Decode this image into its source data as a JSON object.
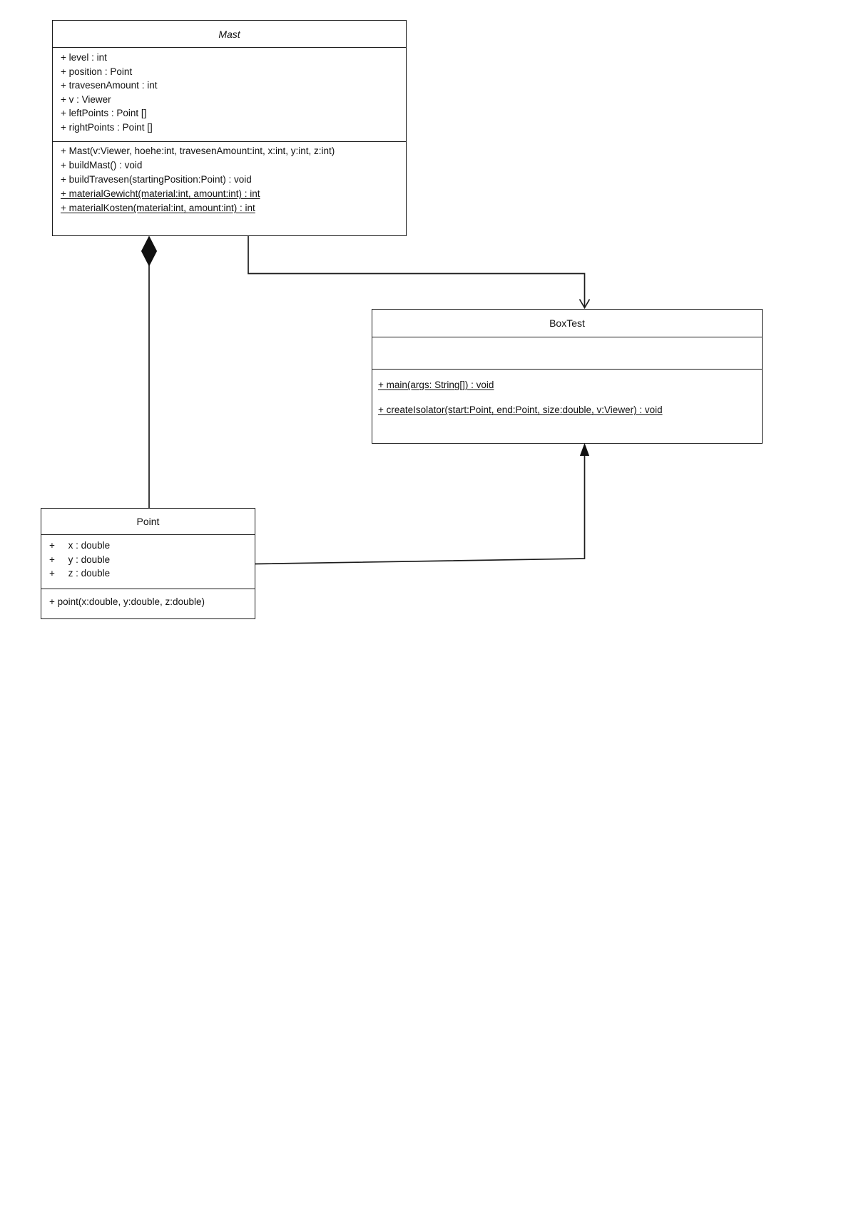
{
  "diagram": {
    "kind": "uml-class-diagram",
    "background_color": "#ffffff",
    "line_color": "#1c1c1c"
  },
  "classes": [
    {
      "name": "Mast",
      "abstract": true,
      "attributes": [
        "+ level : int",
        "+ position : Point",
        "+ travesenAmount : int",
        "+ v : Viewer",
        "+ leftPoints : Point []",
        "+ rightPoints : Point []"
      ],
      "methods": [
        {
          "text": "+ Mast(v:Viewer, hoehe:int, travesenAmount:int, x:int, y:int, z:int)",
          "static": false
        },
        {
          "text": "+ buildMast() : void",
          "static": false
        },
        {
          "text": "+ buildTravesen(startingPosition:Point) : void",
          "static": false
        },
        {
          "text": "+ materialGewicht(material:int, amount:int) : int",
          "static": true
        },
        {
          "text": "+ materialKosten(material:int, amount:int) : int",
          "static": true
        }
      ]
    },
    {
      "name": "BoxTest",
      "abstract": false,
      "attributes": [],
      "methods": [
        {
          "text": "+ main(args: String[]) : void",
          "static": true
        },
        {
          "text": "+ createIsolator(start:Point, end:Point, size:double, v:Viewer) : void",
          "static": true
        }
      ]
    },
    {
      "name": "Point",
      "abstract": false,
      "attributes": [
        "+     x : double",
        "+     y : double",
        "+     z : double"
      ],
      "methods": [
        {
          "text": "+ point(x:double, y:double, z:double)",
          "static": false
        }
      ]
    }
  ],
  "relationships": [
    {
      "type": "composition",
      "from": "Mast",
      "to": "Point"
    },
    {
      "type": "directed-association",
      "from": "Mast",
      "to": "BoxTest"
    },
    {
      "type": "directed-association",
      "from": "Point",
      "to": "BoxTest"
    }
  ]
}
